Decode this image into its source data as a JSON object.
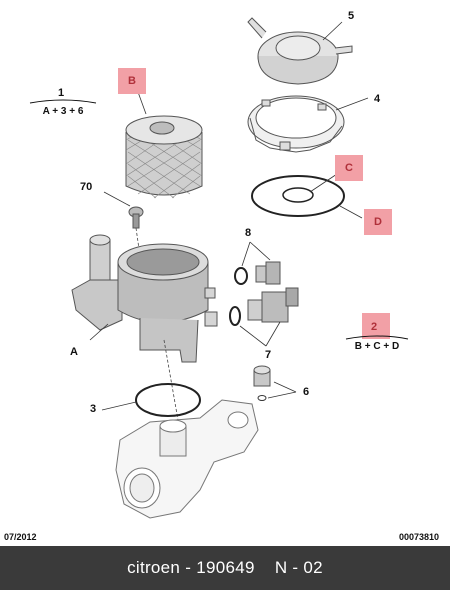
{
  "callouts": {
    "c1": "1",
    "c1_formula": "A + 3 + 6",
    "c2": "2",
    "c2_formula": "B + C + D",
    "c3": "3",
    "c4": "4",
    "c5": "5",
    "c6": "6",
    "c7": "7",
    "c8": "8",
    "c70": "70",
    "cA": "A",
    "boxB": "B",
    "boxC": "C",
    "boxD": "D"
  },
  "footer": {
    "date": "07/2012",
    "ref": "00073810",
    "brand": "citroen",
    "sep1": " - ",
    "part": "190649",
    "sep2": "    ",
    "code": "N - 02"
  },
  "colors": {
    "highlight_box": "#f2a0a6",
    "highlight_text": "#b0303a",
    "footer_bg": "#3a3a3a"
  }
}
